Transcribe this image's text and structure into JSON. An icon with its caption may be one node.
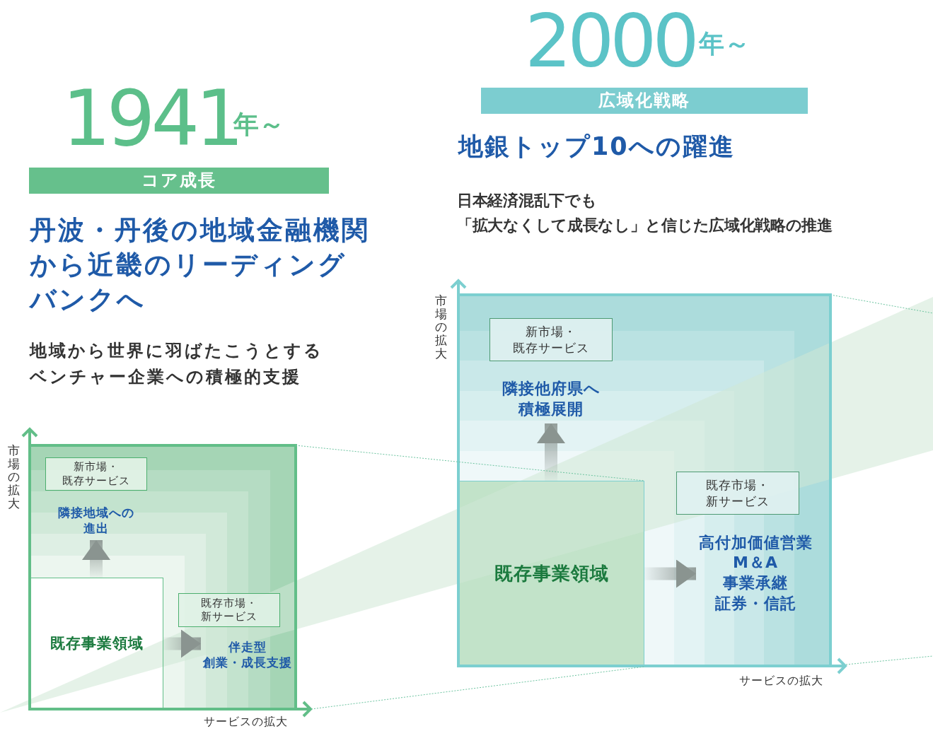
{
  "diagram": {
    "nodes": [
      {
        "text": [],
        "shape": "box"
      },
      {
        "text": [
          "新市場・既存サービス"
        ],
        "in": 0
      },
      {
        "text": [
          "隣接地域への進出"
        ],
        "in": 0
      },
      {
        "text": [
          "既存事業領域"
        ],
        "in": 0
      },
      {
        "text": [
          "既存市場・新サービス"
        ],
        "in": 0
      },
      {
        "text": [
          "伴走型創業・成長支援"
        ],
        "in": 0
      },
      {
        "text": [],
        "shape": "box"
      },
      {
        "text": [
          "新市場・既存サービス"
        ],
        "in": 6
      },
      {
        "text": [
          "隣接他府県へ積極展開"
        ],
        "in": 6
      },
      {
        "text": [
          "既存事業領域"
        ],
        "in": 6
      },
      {
        "text": [
          "既存市場・新サービス"
        ],
        "in": 6
      },
      {
        "text": [
          "高付加価値営業",
          "M＆A",
          "事業承継",
          "証券・信託"
        ],
        "in": 6
      }
    ],
    "edges": [
      {
        "from": 3,
        "to": 2,
        "arrow": "to",
        "style": "thick",
        "color": "#8a9490"
      },
      {
        "from": 3,
        "to": 5,
        "arrow": "to",
        "style": "thick",
        "color": "#8a9490"
      },
      {
        "from": 9,
        "to": 8,
        "arrow": "to",
        "style": "thick",
        "color": "#8a9490"
      },
      {
        "from": 9,
        "to": 11,
        "arrow": "to",
        "style": "thick",
        "color": "#8a9490"
      },
      {
        "from": 0,
        "to": 9,
        "arrow": "none",
        "style": "dashed",
        "color": "#6cc4a0"
      },
      {
        "from": 0,
        "to": 9,
        "arrow": "none",
        "style": "dashed",
        "color": "#6cc4a0"
      }
    ],
    "labels": [
      "1941",
      "年～",
      "コア成長",
      "丹波・丹後の地域金融機関から近畿のリーディングバンクへ",
      "地域から世界に羽ばたこうとするベンチャー企業への積極的支援",
      "市場の拡大",
      "サービスの拡大",
      "2000",
      "年～",
      "広域化戦略",
      "地銀トップ10への躍進",
      "日本経済混乱下でも「拡大なくして成長なし」と信じた広域化戦略の推進",
      "市場の拡大",
      "サービスの拡大"
    ]
  }
}
